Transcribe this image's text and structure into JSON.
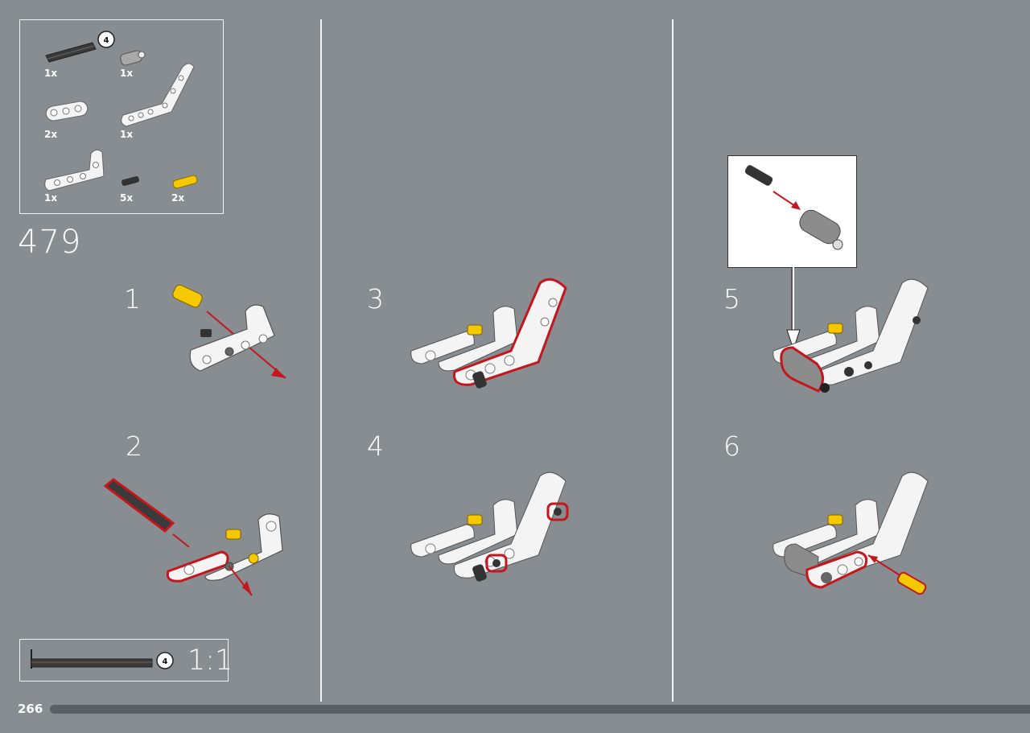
{
  "parts_list": {
    "items": [
      {
        "qty": "1x",
        "icon": "axle-dark-icon"
      },
      {
        "qty": "1x",
        "icon": "axle-connector-icon"
      },
      {
        "qty": "2x",
        "icon": "liftarm-3-icon"
      },
      {
        "qty": "1x",
        "icon": "bent-liftarm-icon"
      },
      {
        "qty": "1x",
        "icon": "l-liftarm-icon"
      },
      {
        "qty": "5x",
        "icon": "pin-black-icon"
      },
      {
        "qty": "2x",
        "icon": "pin-yellow-icon"
      }
    ],
    "axle_length_badge": "4"
  },
  "set_number": "479",
  "steps": [
    {
      "number": "1"
    },
    {
      "number": "2"
    },
    {
      "number": "3"
    },
    {
      "number": "4"
    },
    {
      "number": "5"
    },
    {
      "number": "6"
    }
  ],
  "scale_box": {
    "badge": "4",
    "label": "1:1"
  },
  "page_number": "266",
  "colors": {
    "background": "#878d91",
    "highlight": "#c4161c",
    "part_white": "#f4f4f4",
    "part_yellow": "#f5c800",
    "part_dark": "#3a3a3a",
    "progress": "#5b6064"
  }
}
